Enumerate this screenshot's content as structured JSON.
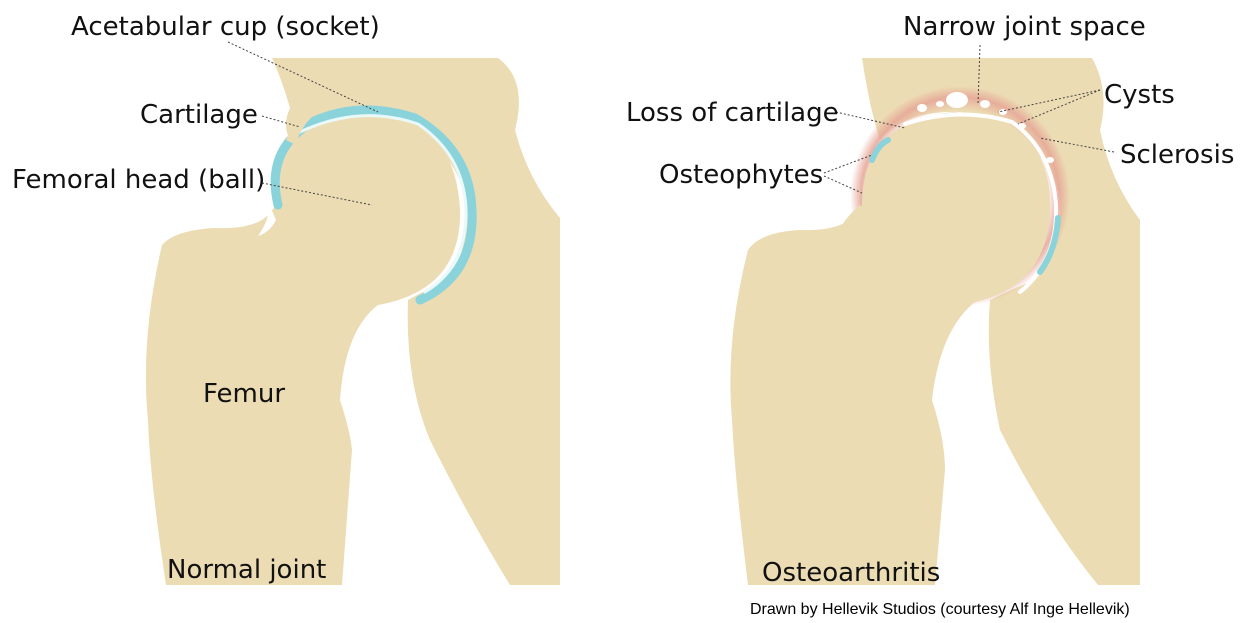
{
  "normal": {
    "caption": "Normal joint",
    "labels": {
      "acetabular_cup": "Acetabular cup (socket)",
      "cartilage": "Cartilage",
      "femoral_head": "Femoral head (ball)",
      "femur": "Femur"
    }
  },
  "oa": {
    "caption": "Osteoarthritis",
    "labels": {
      "narrow_joint_space": "Narrow joint space",
      "cysts": "Cysts",
      "loss_of_cartilage": "Loss of cartilage",
      "sclerosis": "Sclerosis",
      "osteophytes": "Osteophytes"
    }
  },
  "credit": "Drawn by Hellevik Studios (courtesy Alf Inge Hellevik)",
  "colors": {
    "bone": "#ecdcb4",
    "cartilage": "#8ad3da",
    "cartilage_highlight": "#e9f8f9",
    "sclerosis": "#e6a596",
    "leader_line": "#444444",
    "text": "#111111"
  }
}
